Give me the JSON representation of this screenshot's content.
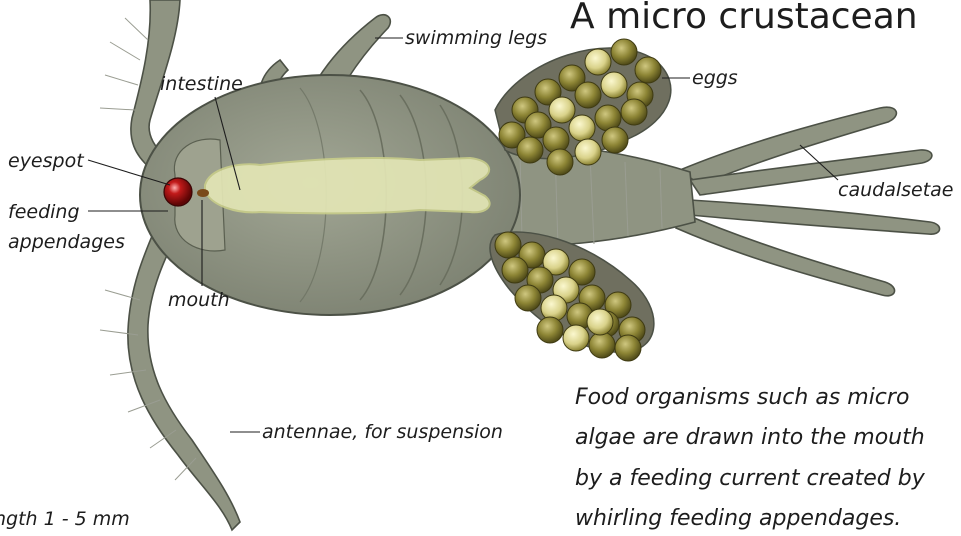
{
  "title": "A micro crustacean",
  "labels": {
    "swimming_legs": "swimming legs",
    "intestine": "intestine",
    "eggs": "eggs",
    "eyespot": "eyespot",
    "feeding_1": "feeding",
    "feeding_2": "appendages",
    "caudalsetae": "caudalsetae",
    "mouth": "mouth",
    "antennae": "antennae, for suspension"
  },
  "size_note": "ngth 1 - 5 mm",
  "caption": [
    "Food organisms such as micro",
    "algae are drawn into the mouth",
    "by a feeding current created by",
    "whirling feeding appendages."
  ],
  "colors": {
    "body": "#8f9482",
    "body_outline": "#4c5146",
    "intestine": "#e3e6b5",
    "eye": "#a81515",
    "egg": "#948c3c",
    "egg_highlight": "#eae5a0"
  }
}
